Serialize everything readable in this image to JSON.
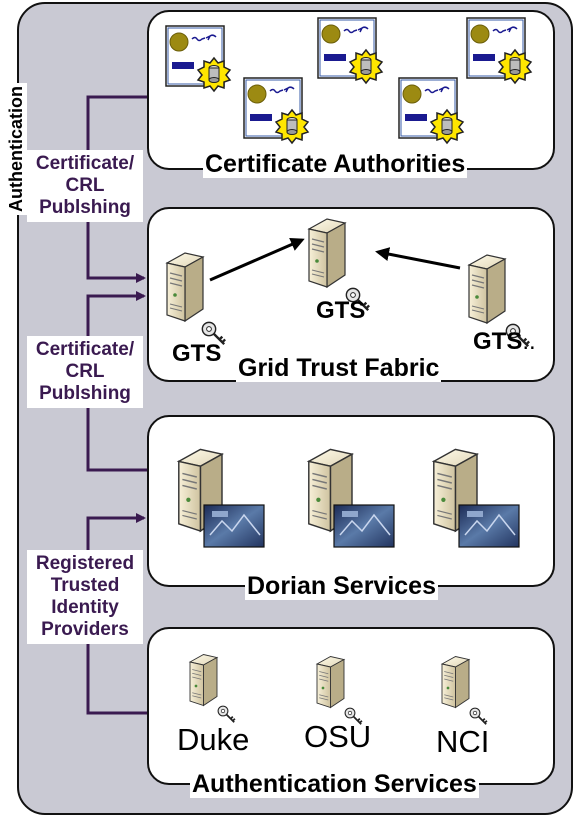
{
  "side_label": "Authentication",
  "edge_labels": {
    "crl_publishing_1": [
      "Certificate/",
      "CRL",
      "Publshing"
    ],
    "crl_publishing_2": [
      "Certificate/",
      "CRL",
      "Publshing"
    ],
    "registered_idps": [
      "Registered",
      "Trusted",
      "Identity",
      "Providers"
    ]
  },
  "panels": {
    "certificate_authorities": {
      "title": "Certificate Authorities"
    },
    "grid_trust_fabric": {
      "title": "Grid Trust Fabric",
      "nodes": {
        "left": "GTS",
        "center": "GTS",
        "right": "GTS",
        "right_suffix": ".."
      }
    },
    "dorian_services": {
      "title": "Dorian Services"
    },
    "authentication_services": {
      "title": "Authentication Services",
      "institutions": {
        "duke": "Duke",
        "osu": "OSU",
        "nci": "NCI"
      }
    }
  },
  "colors": {
    "connector": "#3a1a50",
    "background": "#c9c9d3",
    "certificate_seal": "#9c8a12",
    "certificate_bar": "#1a1a90",
    "gear": "#ffe600",
    "server": "#ece3c4"
  },
  "icons": {
    "certificate": "certificate-gear-icon",
    "server": "server-icon",
    "server_with_key": "server-key-icon",
    "server_with_photo": "server-photo-icon"
  }
}
